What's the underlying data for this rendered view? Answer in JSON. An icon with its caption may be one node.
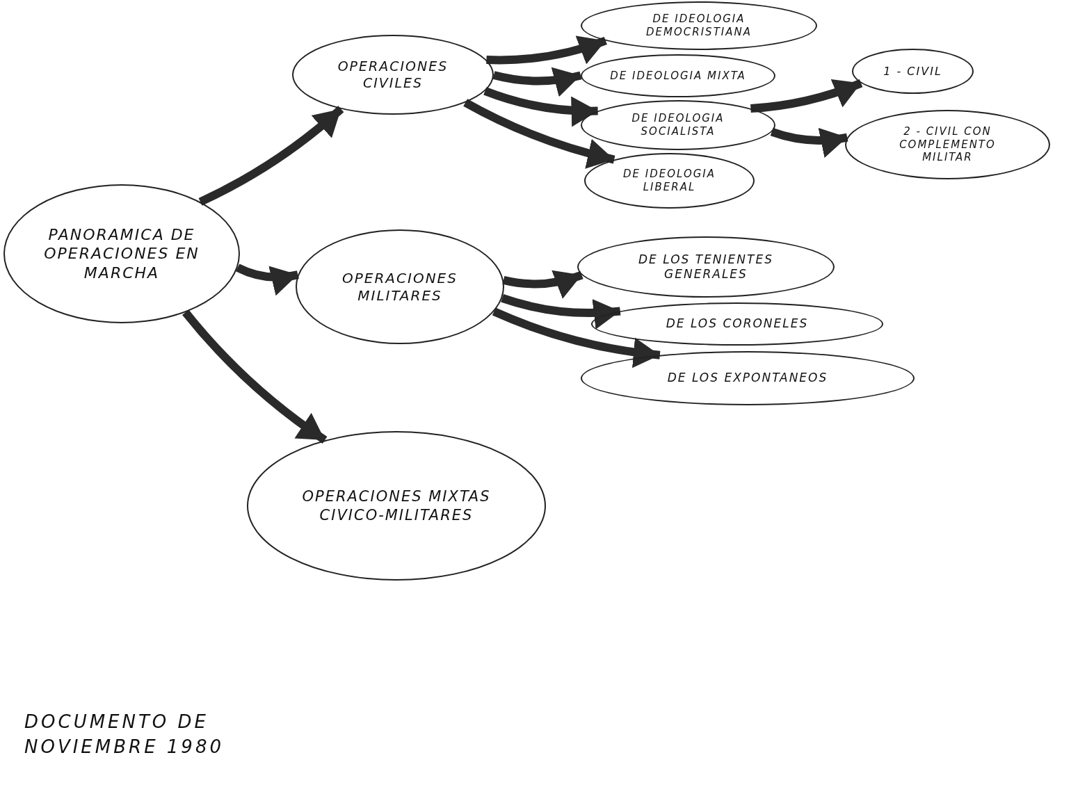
{
  "diagram": {
    "nodes": [
      {
        "text": [
          "PANORAMICA DE OPERACIONES EN MARCHA"
        ]
      },
      {
        "text": [
          "OPERACIONES CIVILES"
        ]
      },
      {
        "text": [
          "OPERACIONES MILITARES"
        ]
      },
      {
        "text": [
          "OPERACIONES MIXTAS CIVICO-MILITARES"
        ]
      },
      {
        "text": [
          "DE IDEOLOGIA DEMOCRISTIANA"
        ]
      },
      {
        "text": [
          "DE IDEOLOGIA MIXTA"
        ]
      },
      {
        "text": [
          "DE IDEOLOGIA SOCIALISTA"
        ]
      },
      {
        "text": [
          "DE IDEOLOGIA LIBERAL"
        ]
      },
      {
        "text": [
          "1 - CIVIL"
        ]
      },
      {
        "text": [
          "2 - CIVIL CON COMPLEMENTO MILITAR"
        ]
      },
      {
        "text": [
          "DE LOS TENIENTES GENERALES"
        ]
      },
      {
        "text": [
          "DE LOS CORONELES"
        ]
      },
      {
        "text": [
          "DE LOS EXPONTANEOS"
        ]
      }
    ],
    "edges": [
      {
        "from": 0,
        "to": 1,
        "arrow": "to"
      },
      {
        "from": 0,
        "to": 2,
        "arrow": "to"
      },
      {
        "from": 0,
        "to": 3,
        "arrow": "to"
      },
      {
        "from": 1,
        "to": 4,
        "arrow": "to"
      },
      {
        "from": 1,
        "to": 5,
        "arrow": "to"
      },
      {
        "from": 1,
        "to": 6,
        "arrow": "to"
      },
      {
        "from": 1,
        "to": 7,
        "arrow": "to"
      },
      {
        "from": 6,
        "to": 8,
        "arrow": "to"
      },
      {
        "from": 6,
        "to": 9,
        "arrow": "to"
      },
      {
        "from": 2,
        "to": 10,
        "arrow": "to"
      },
      {
        "from": 2,
        "to": 11,
        "arrow": "to"
      },
      {
        "from": 2,
        "to": 12,
        "arrow": "to"
      }
    ],
    "labels": [
      "DOCUMENTO DE NOVIEMBRE 1980"
    ]
  }
}
